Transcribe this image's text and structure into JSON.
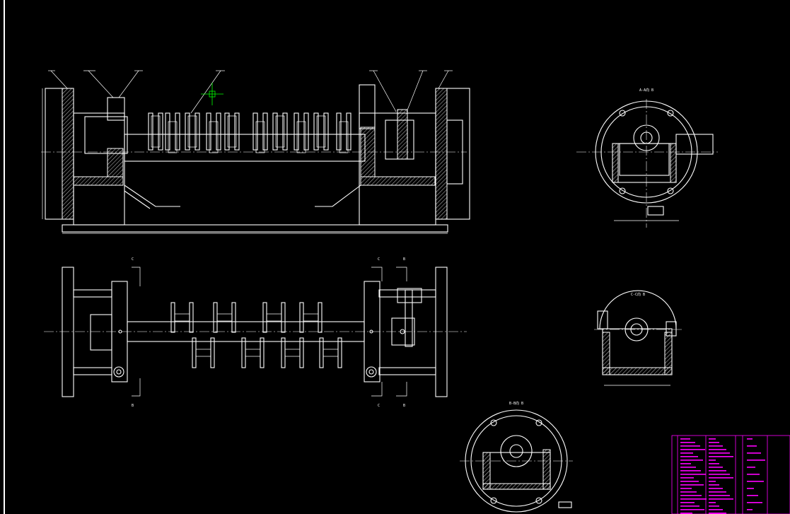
{
  "drawing": {
    "background": "#000000",
    "line_color": "#ffffff",
    "title_block_color": "#ff00ff",
    "cursor_color": "#00ff00"
  },
  "section_labels": {
    "view_a": "A-A向 B",
    "view_c": "C-C向 B",
    "view_b": "B-B向 B"
  },
  "cut_marks": {
    "left_top": "C",
    "mid_top_1": "C",
    "mid_top_2": "B",
    "left_bottom": "B",
    "mid_bottom_1": "C",
    "mid_bottom_2": "B"
  }
}
